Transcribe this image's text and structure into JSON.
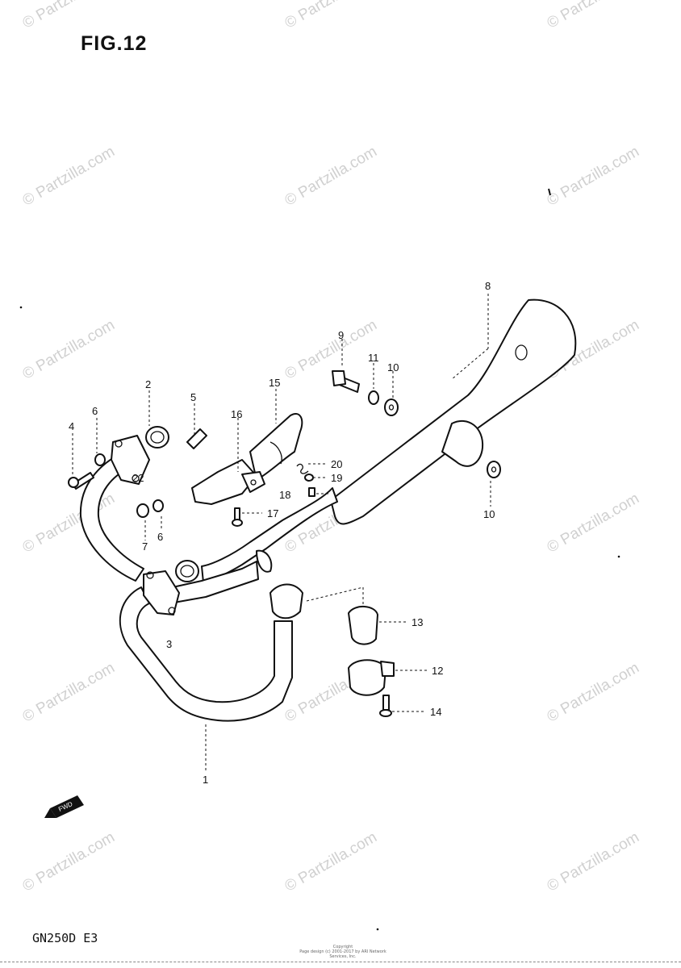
{
  "figure_title": "FIG.12",
  "model_code": "GN250D E3",
  "watermark_text": "© Partzilla.com",
  "copyright_line1": "Copyright",
  "copyright_line2": "Page design (c) 2001-2017 by ARI Network Services, Inc.",
  "fwd_label": "FWD",
  "part_labels": {
    "p1": "1",
    "p2": "2",
    "p3": "3",
    "p4": "4",
    "p5": "5",
    "p6a": "6",
    "p6b": "6",
    "p7": "7",
    "p8": "8",
    "p9": "9",
    "p10a": "10",
    "p10b": "10",
    "p11": "11",
    "p12": "12",
    "p13": "13",
    "p14": "14",
    "p15": "15",
    "p16": "16",
    "p17": "17",
    "p18": "18",
    "p19": "19",
    "p20": "20",
    "p22": "22"
  }
}
